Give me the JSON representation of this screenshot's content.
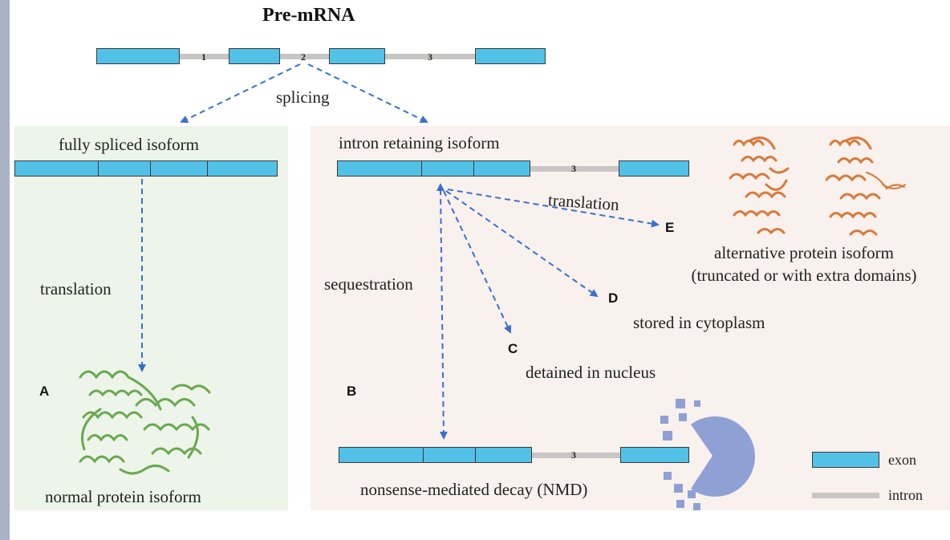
{
  "title": "Pre-mRNA",
  "pre_mrna_introns": [
    "1",
    "2",
    "3"
  ],
  "splicing_label": "splicing",
  "fully_spliced": {
    "heading": "fully spliced isoform",
    "translation_label": "translation",
    "panel_letter": "A",
    "protein_label": "normal protein isoform"
  },
  "intron_retaining": {
    "heading": "intron retaining isoform",
    "retained_intron": "3",
    "translation_label": "translation",
    "sequestration_label": "sequestration",
    "outcomes": {
      "E": {
        "letter": "E",
        "line1": "alternative protein isoform",
        "line2": "(truncated or with extra domains)"
      },
      "D": {
        "letter": "D",
        "text": "stored in cytoplasm"
      },
      "C": {
        "letter": "C",
        "text": "detained in nucleus"
      },
      "B": {
        "letter": "B",
        "text": "nonsense-mediated decay (NMD)",
        "retained_intron": "3"
      }
    }
  },
  "legend": {
    "exon": "exon",
    "intron": "intron"
  },
  "colors": {
    "exon": "#52c1e8",
    "intron": "#c8c6c4",
    "arrow": "#3b6fcf",
    "normal_protein": "#6aa84f",
    "alt_protein": "#d9793a",
    "nmd": "#8fa0d4",
    "left_panel": "#edf5ea",
    "right_panel": "#f8f1ed"
  }
}
